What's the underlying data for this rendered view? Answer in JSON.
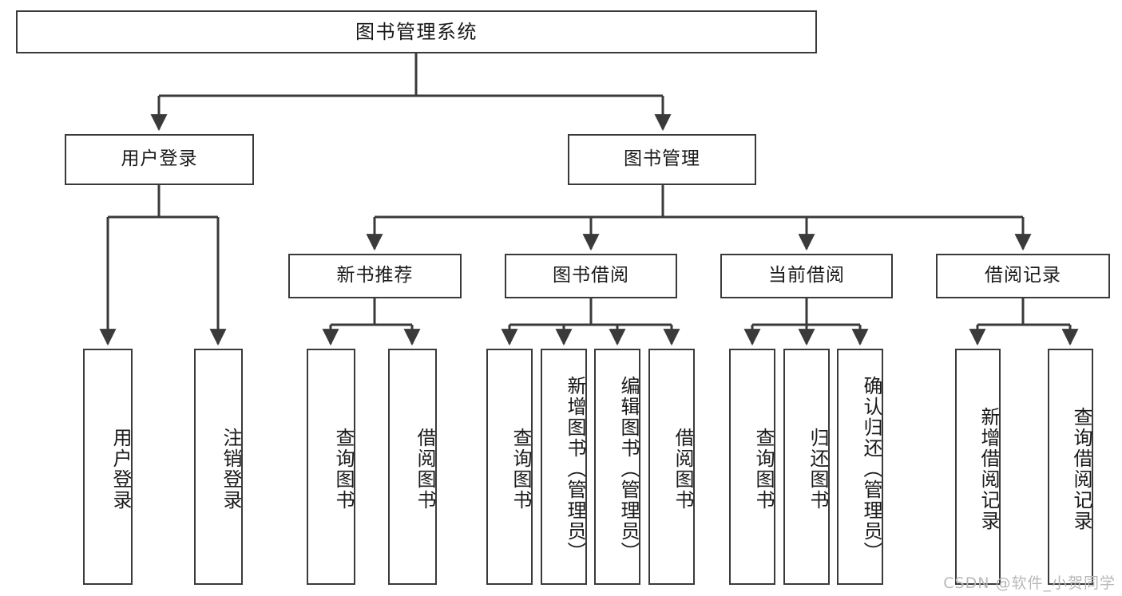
{
  "diagram": {
    "title": "图书管理系统",
    "type": "tree-hierarchy-diagram",
    "watermark": "CSDN @软件_小贺同学",
    "colors": {
      "stroke": "#3a3a3a",
      "fill": "#ffffff",
      "text": "#1a1a1a",
      "watermark": "#b8b8b8"
    },
    "root": {
      "label": "图书管理系统"
    },
    "level2": [
      {
        "label": "用户登录"
      },
      {
        "label": "图书管理"
      }
    ],
    "level3": [
      {
        "label": "新书推荐"
      },
      {
        "label": "图书借阅"
      },
      {
        "label": "当前借阅"
      },
      {
        "label": "借阅记录"
      }
    ],
    "leaves": {
      "user_login": [
        {
          "label": "用户登录"
        },
        {
          "label": "注销登录"
        }
      ],
      "new_book_recommend": [
        {
          "label": "查询图书"
        },
        {
          "label": "借阅图书"
        }
      ],
      "book_borrow": [
        {
          "label": "查询图书"
        },
        {
          "label": "新增图书（管理员）"
        },
        {
          "label": "编辑图书（管理员）"
        },
        {
          "label": "借阅图书"
        }
      ],
      "current_borrow": [
        {
          "label": "查询图书"
        },
        {
          "label": "归还图书"
        },
        {
          "label": "确认归还（管理员）"
        }
      ],
      "borrow_record": [
        {
          "label": "新增借阅记录"
        },
        {
          "label": "查询借阅记录"
        }
      ]
    }
  }
}
